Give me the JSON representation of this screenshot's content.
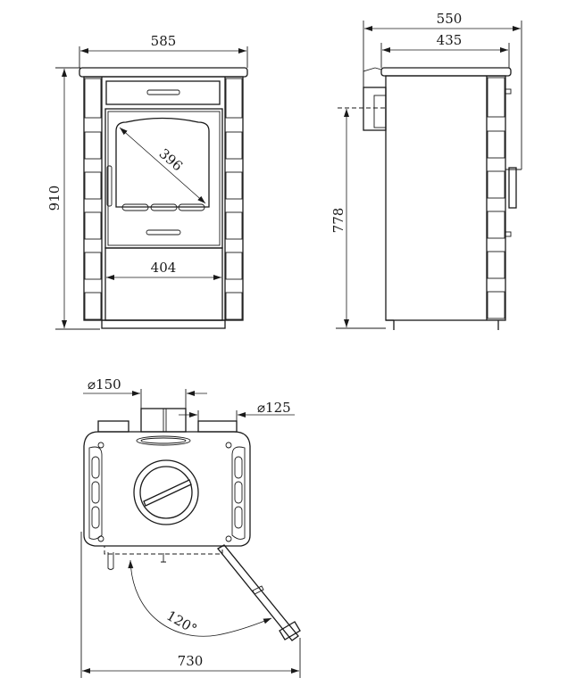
{
  "dimensions": {
    "front_width": "585",
    "front_height": "910",
    "glass_diagonal": "396",
    "lower_width": "404",
    "side_total": "550",
    "side_body": "435",
    "side_height": "778",
    "flue_top": "⌀150",
    "flue_rear": "⌀125",
    "door_angle": "120°",
    "clearance": "730"
  }
}
